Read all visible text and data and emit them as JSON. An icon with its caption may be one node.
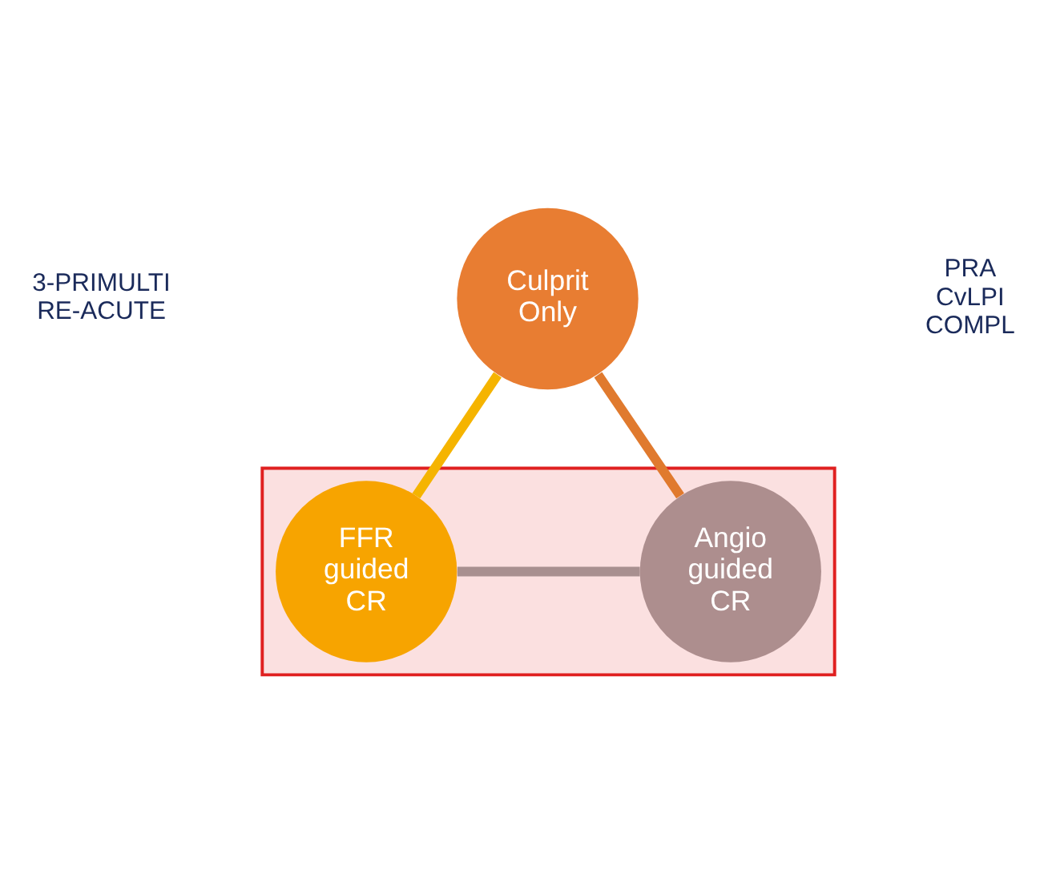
{
  "diagram": {
    "nodes": [
      {
        "text": [],
        "shape": "box"
      },
      {
        "text": [
          "Culprit Only"
        ]
      },
      {
        "text": [
          "FFR guided CR"
        ],
        "in": 0
      },
      {
        "text": [
          "Angio guided CR"
        ],
        "in": 0
      }
    ],
    "edges": [
      {
        "from": 1,
        "to": 2,
        "arrow": "none",
        "color": "#f5b400"
      },
      {
        "from": 1,
        "to": 3,
        "arrow": "none",
        "color": "#e07a2e"
      },
      {
        "from": 2,
        "to": 3,
        "arrow": "none",
        "color": "#a89090"
      }
    ],
    "labels": [
      "3-PRIMULTI RE-ACUTE",
      "PRA CvLPI COMPL"
    ]
  }
}
